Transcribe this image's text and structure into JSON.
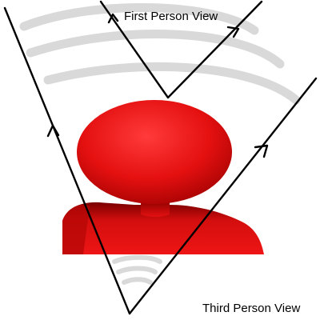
{
  "labels": {
    "first_person": "First Person View",
    "third_person": "Third Person View"
  },
  "colors": {
    "figure": "#e41010",
    "figure_shade": "#7a0000",
    "signal_arcs": "#d9d9d9",
    "lines": "#000000",
    "background": "#ffffff"
  },
  "elements": {
    "figure": "red mannequin head and shoulders seen from behind",
    "signal_arcs": "gray curved arcs",
    "view_cones": "two black V-shaped sight cones with arrowheads"
  }
}
